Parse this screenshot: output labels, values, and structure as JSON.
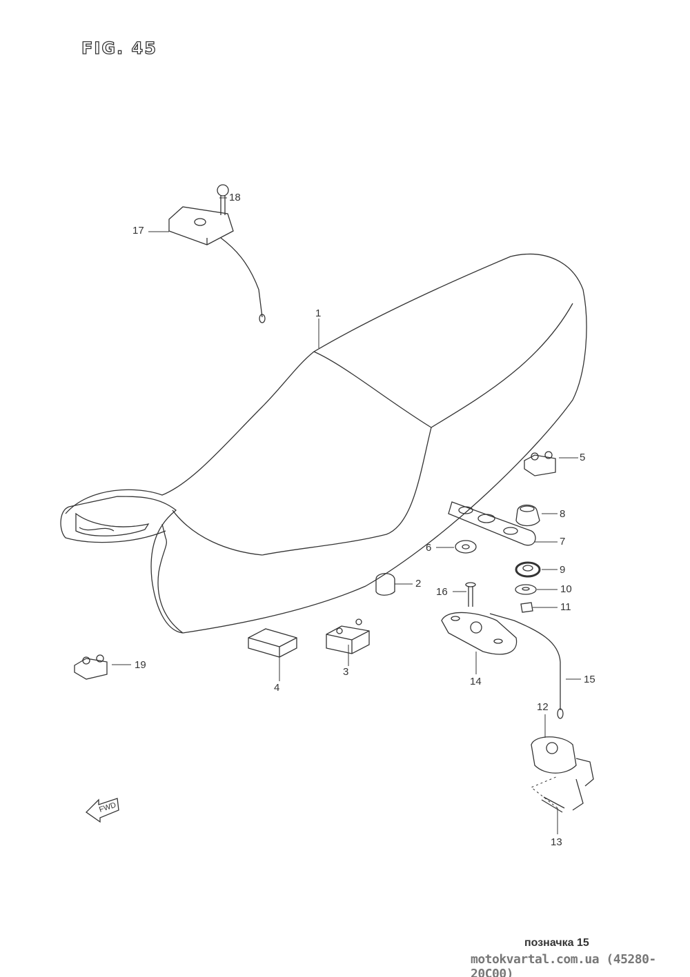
{
  "figure": {
    "title": "FIG. 45"
  },
  "callouts": [
    "1",
    "2",
    "3",
    "4",
    "5",
    "6",
    "7",
    "8",
    "9",
    "10",
    "11",
    "12",
    "13",
    "14",
    "15",
    "16",
    "17",
    "18",
    "19"
  ],
  "direction_arrow": {
    "label": "FWD",
    "icon": "front-direction-arrow-icon"
  },
  "footer": {
    "note": "позначка 15",
    "source": "motokvartal.com.ua (45280-20C00)"
  }
}
